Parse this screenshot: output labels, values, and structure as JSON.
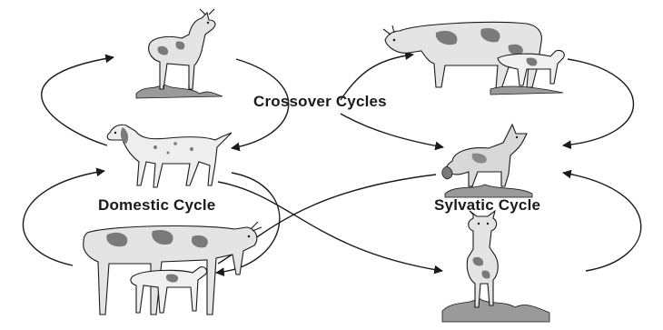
{
  "labels": {
    "crossover": "Crossover Cycles",
    "domestic": "Domestic Cycle",
    "sylvatic": "Sylvatic Cycle"
  },
  "animals": [
    {
      "id": "deer-top",
      "icon": "deer-icon"
    },
    {
      "id": "cow-calf-top-right",
      "icon": "cow-with-calf-icon"
    },
    {
      "id": "dog",
      "icon": "dog-icon"
    },
    {
      "id": "fox",
      "icon": "fox-icon"
    },
    {
      "id": "cow-calf-bottom-left",
      "icon": "cow-with-calf-icon"
    },
    {
      "id": "deer-bottom",
      "icon": "deer-icon"
    }
  ],
  "colors": {
    "ink": "#1a1a1a",
    "shade": "#7a7a7a",
    "body": "#e4e4e4",
    "background": "#ffffff"
  }
}
